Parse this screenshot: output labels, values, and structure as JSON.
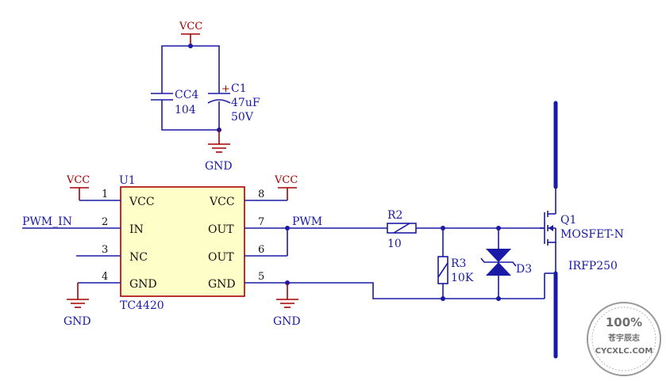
{
  "decoupling": {
    "vcc_label": "VCC",
    "gnd_label": "GND",
    "cc4_ref": "CC4",
    "cc4_value": "104",
    "c1_ref": "C1",
    "c1_value": "47uF",
    "c1_voltage": "50V",
    "c1_polarity": "+"
  },
  "driver": {
    "ref": "U1",
    "part": "TC4420",
    "left_pins": [
      {
        "num": "1",
        "name": "VCC"
      },
      {
        "num": "2",
        "name": "IN"
      },
      {
        "num": "3",
        "name": "NC"
      },
      {
        "num": "4",
        "name": "GND"
      }
    ],
    "right_pins": [
      {
        "num": "8",
        "name": "VCC"
      },
      {
        "num": "7",
        "name": "OUT"
      },
      {
        "num": "6",
        "name": "OUT"
      },
      {
        "num": "5",
        "name": "GND"
      }
    ],
    "left_vcc": "VCC",
    "right_vcc": "VCC",
    "left_gnd": "GND",
    "right_gnd": "GND"
  },
  "nets": {
    "pwm_in": "PWM_IN",
    "pwm": "PWM"
  },
  "gate": {
    "r2_ref": "R2",
    "r2_value": "10",
    "r3_ref": "R3",
    "r3_value": "10K",
    "d3_ref": "D3"
  },
  "mosfet": {
    "ref": "Q1",
    "type": "MOSFET-N",
    "part": "IRFP250"
  },
  "watermark": {
    "percent": "100%",
    "name": "苍宇辰志",
    "site": "CYCXLC.COM"
  },
  "colors": {
    "wire": "#1a1aa6",
    "power": "#a60000",
    "chip_fill": "#fefec8",
    "chip_border": "#a60000"
  }
}
